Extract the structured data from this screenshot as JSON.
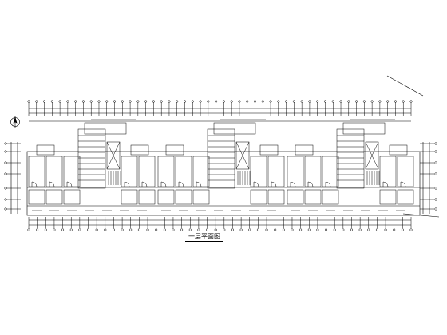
{
  "drawing": {
    "title": "一层平面图",
    "units": 3,
    "axis_ticks_top": 50,
    "axis_ticks_bottom": 46
  },
  "colors": {
    "line": "#000000",
    "background": "#ffffff"
  }
}
